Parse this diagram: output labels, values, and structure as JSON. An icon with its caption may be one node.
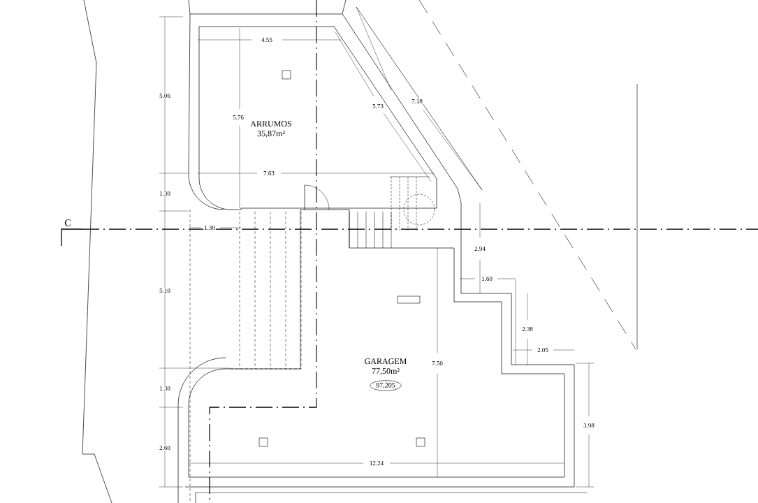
{
  "diagram": {
    "nodes": [
      {
        "text": [
          "ARRUMOS",
          "35,87m²"
        ]
      },
      {
        "text": [
          "GARAGEM",
          "77,50m²"
        ]
      },
      {
        "text": [
          "97,205"
        ],
        "in": 1
      }
    ],
    "labels": [
      "4.55",
      "7.18",
      "5.06",
      "5.73",
      "5.76",
      "7.63",
      "1.30",
      "C",
      "1.30",
      "2.94",
      "1.60",
      "5.10",
      "2.38",
      "2.05",
      "7.50",
      "1.30",
      "3.98",
      "2.60",
      "12.24"
    ]
  }
}
